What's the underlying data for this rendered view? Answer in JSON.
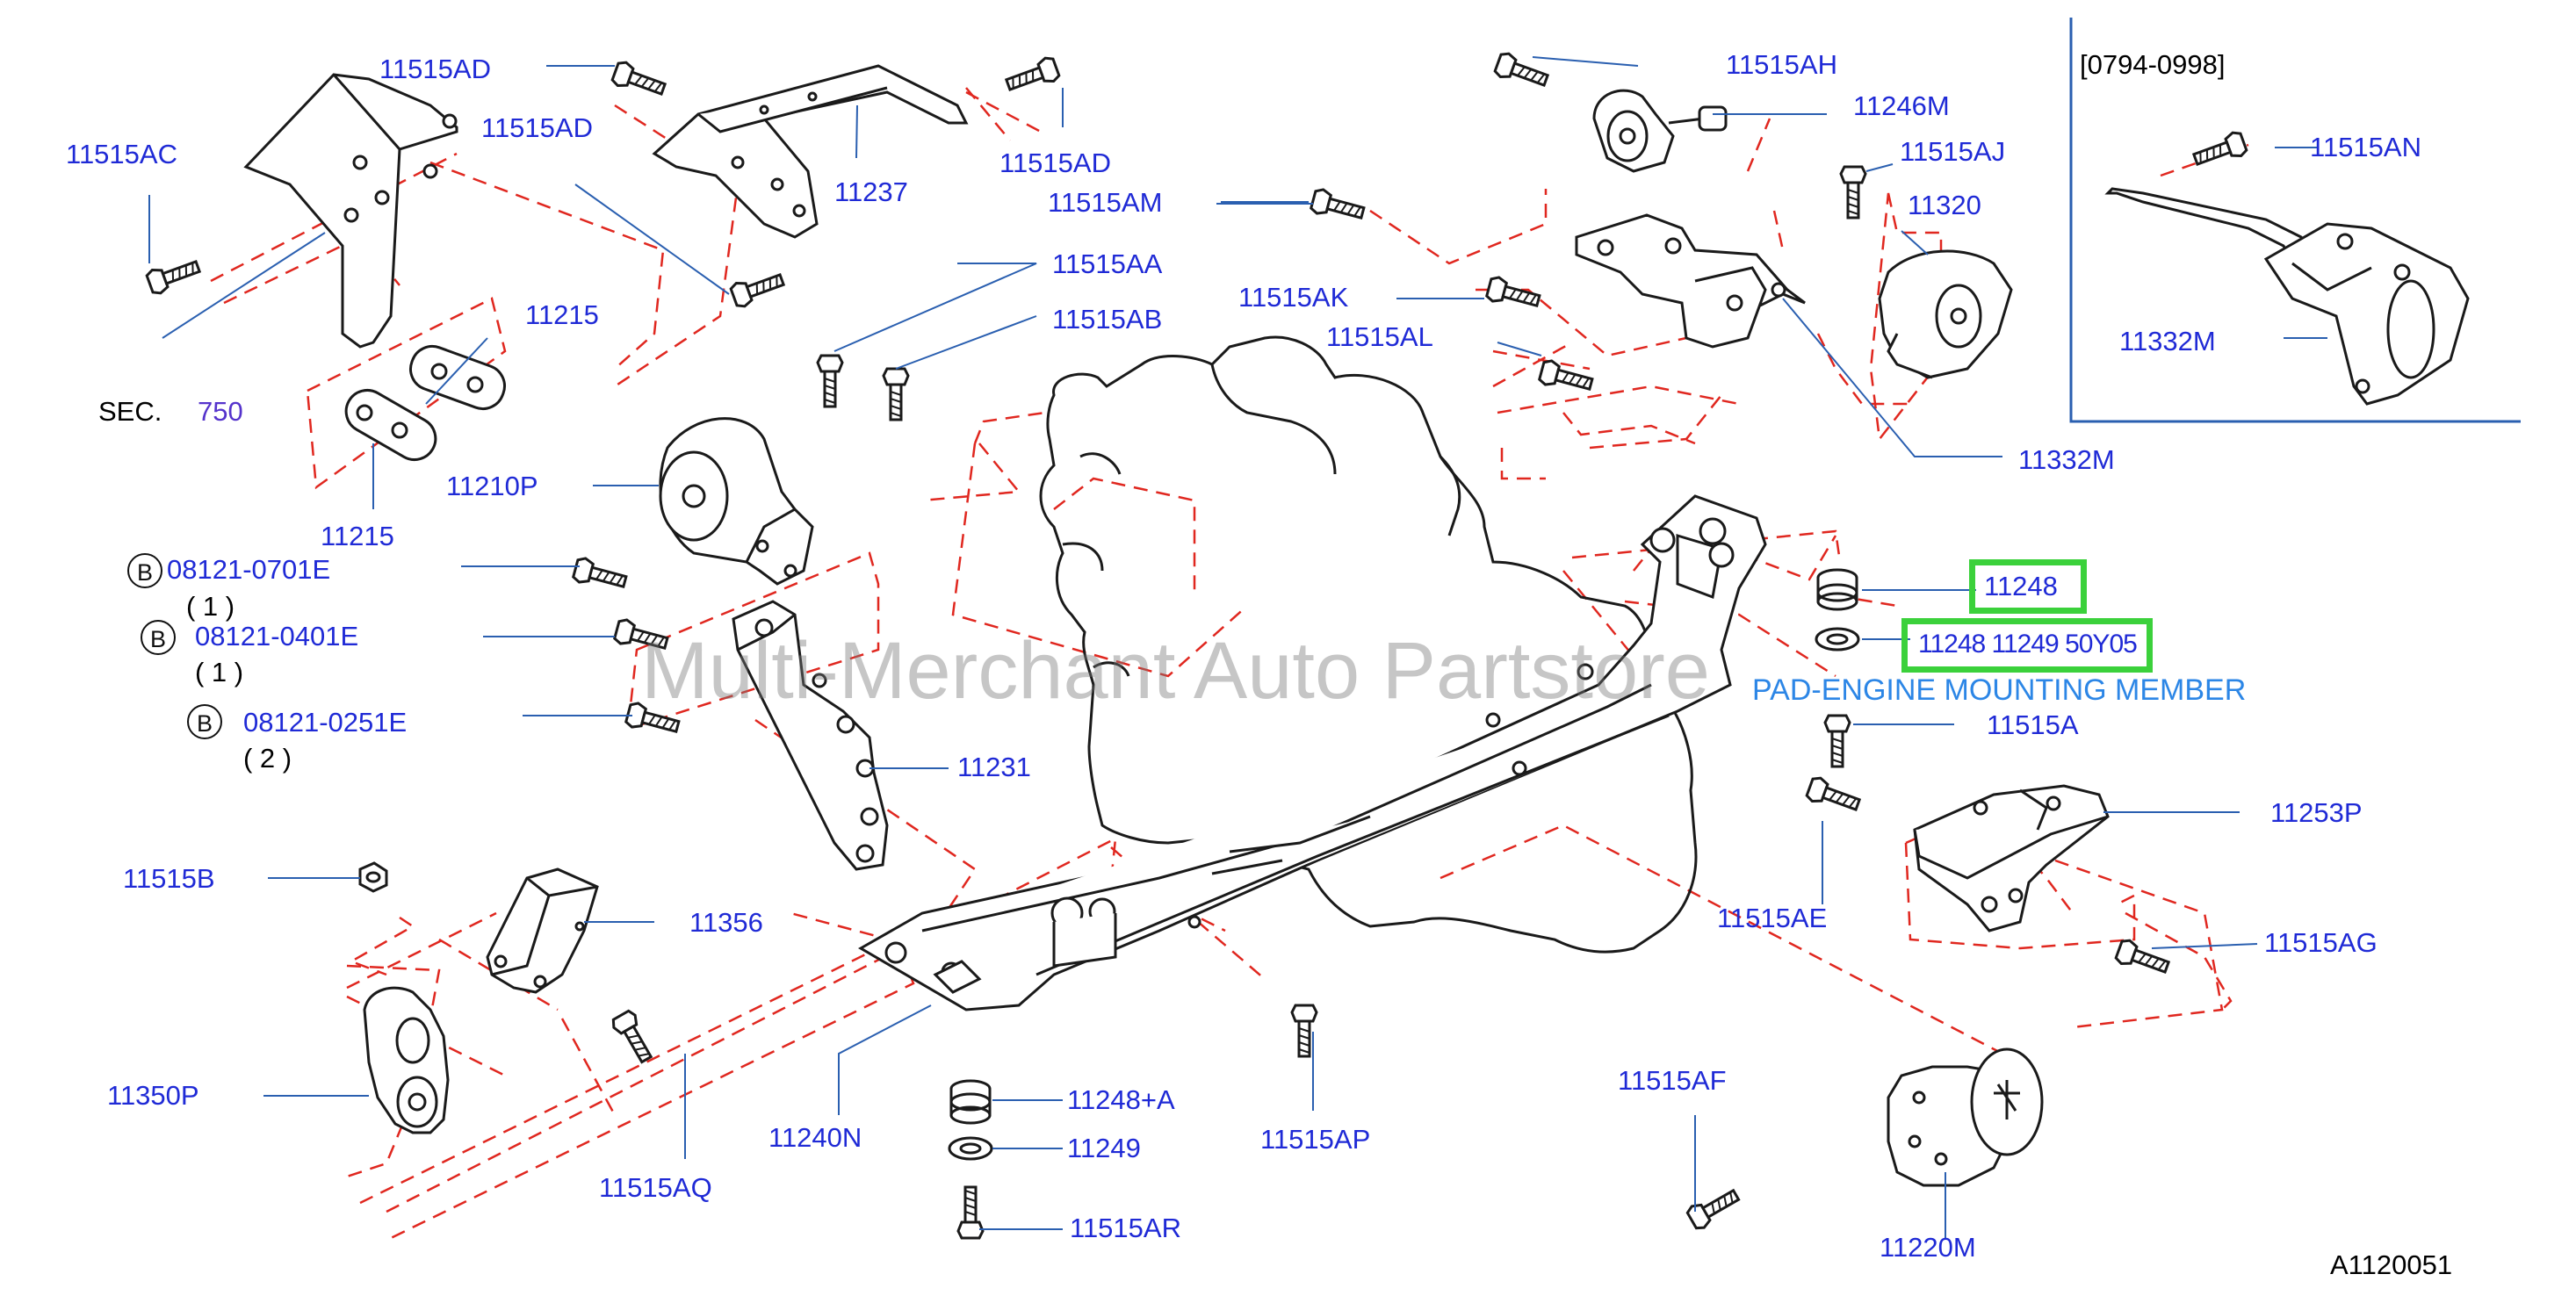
{
  "labels": {
    "l_11515AC": "11515AC",
    "l_11515AD_a": "11515AD",
    "l_11515AD_b": "11515AD",
    "l_11515AD_c": "11515AD",
    "l_11237": "11237",
    "l_11215_a": "11215",
    "l_11215_b": "11215",
    "l_11210P": "11210P",
    "l_sec": "SEC.",
    "l_750": "750",
    "l_11515AA": "11515AA",
    "l_11515AB": "11515AB",
    "l_11515AH": "11515AH",
    "l_11246M": "11246M",
    "l_11515AM": "11515AM",
    "l_11515AJ": "11515AJ",
    "l_11320": "11320",
    "l_11515AK": "11515AK",
    "l_11515AL": "11515AL",
    "l_11332M_main": "11332M",
    "l_inset_date": "[0794-0998]",
    "l_11515AN": "11515AN",
    "l_11332M_inset": "11332M",
    "l_b1": "08121-0701E",
    "l_b1_qty": "( 1 )",
    "l_b2": "08121-0401E",
    "l_b2_qty": "( 1 )",
    "l_b3": "08121-0251E",
    "l_b3_qty": "( 2 )",
    "l_circle": "B",
    "l_11231": "11231",
    "l_11248": "11248",
    "l_11248_ovl": "11248 11249 50Y05",
    "l_pad": "PAD-ENGINE MOUNTING MEMBER",
    "l_11515A": "11515A",
    "l_11253P": "11253P",
    "l_11515AE": "11515AE",
    "l_11515AG": "11515AG",
    "l_11515B": "11515B",
    "l_11356": "11356",
    "l_11350P": "11350P",
    "l_11515AQ": "11515AQ",
    "l_11240N": "11240N",
    "l_11248A": "11248+A",
    "l_11249": "11249",
    "l_11515AR": "11515AR",
    "l_11515AP": "11515AP",
    "l_11515AF": "11515AF",
    "l_11220M": "11220M",
    "l_code": "A1120051",
    "watermark": "Multi-Merchant Auto Partstore"
  },
  "colors": {
    "label": "#1f2ad6",
    "leader": "#2a5fb0",
    "dash": "#e0271f",
    "part": "#1a1a1a",
    "highlight": "#3bd13b",
    "pad_text": "#2c86e6"
  }
}
